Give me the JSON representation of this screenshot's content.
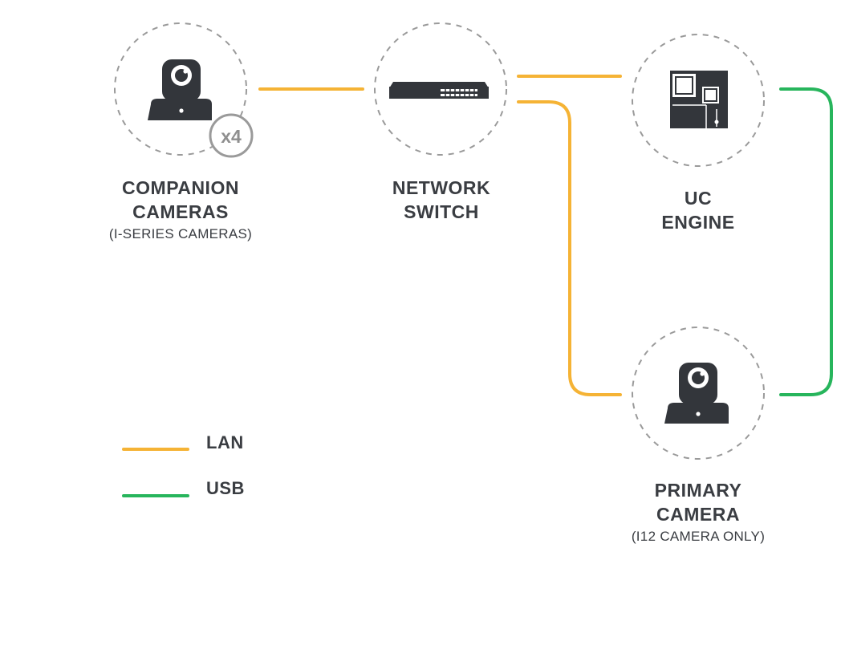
{
  "nodes": {
    "companion": {
      "title": "COMPANION",
      "title2": "CAMERAS",
      "subtitle": "(I-SERIES CAMERAS)",
      "badge": "x4",
      "icon": "ptz-camera-icon"
    },
    "switch": {
      "title": "NETWORK",
      "title2": "SWITCH",
      "icon": "network-switch-icon"
    },
    "engine": {
      "title": "UC",
      "title2": "ENGINE",
      "icon": "uc-engine-icon"
    },
    "primary": {
      "title": "PRIMARY",
      "title2": "CAMERA",
      "subtitle": "(I12 CAMERA ONLY)",
      "icon": "ptz-camera-icon"
    }
  },
  "legend": [
    {
      "label": "LAN",
      "color": "#f5b335"
    },
    {
      "label": "USB",
      "color": "#27b55c"
    }
  ],
  "colors": {
    "lan": "#f5b335",
    "usb": "#27b55c",
    "icon": "#33363b",
    "ring": "#9a9a9a"
  }
}
